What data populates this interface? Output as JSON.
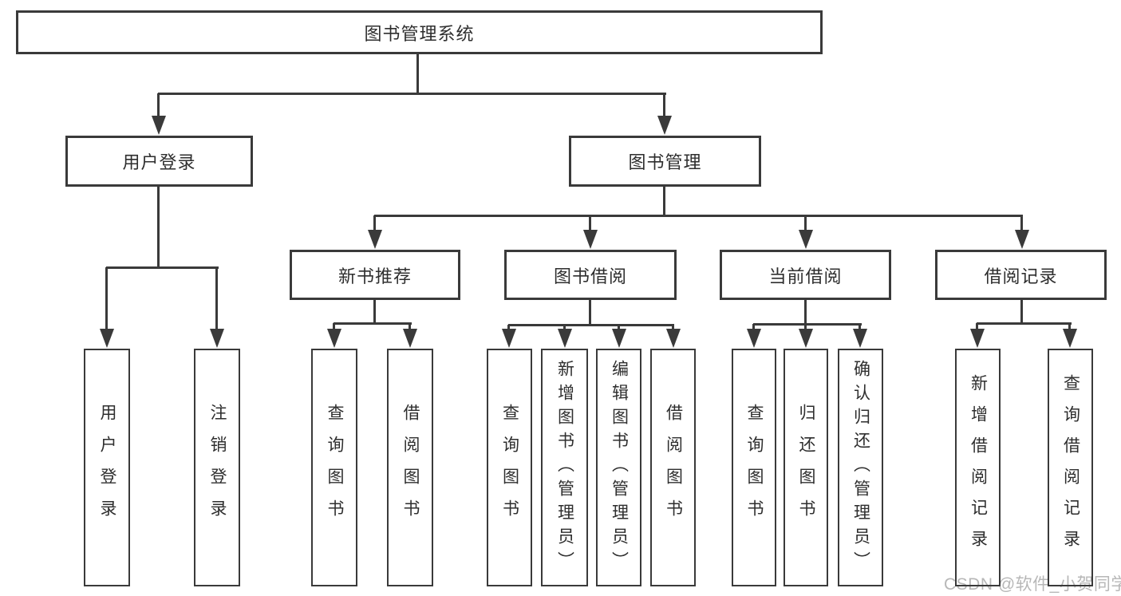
{
  "nodes": {
    "root": "图书管理系统",
    "user_login": "用户登录",
    "book_mgmt": "图书管理",
    "new_book_rec": "新书推荐",
    "book_borrow": "图书借阅",
    "current_borrow": "当前借阅",
    "borrow_records": "借阅记录",
    "leaf_user_login": "用户登录",
    "leaf_logout": "注销登录",
    "leaf_query_book_1": "查询图书",
    "leaf_borrow_book_1": "借阅图书",
    "leaf_query_book_2": "查询图书",
    "leaf_add_book": "新增图书（管理员）",
    "leaf_edit_book": "编辑图书（管理员）",
    "leaf_borrow_book_2": "借阅图书",
    "leaf_query_book_3": "查询图书",
    "leaf_return_book": "归还图书",
    "leaf_confirm_return": "确认归还（管理员）",
    "leaf_add_record": "新增借阅记录",
    "leaf_query_record": "查询借阅记录"
  },
  "hierarchy": {
    "root": "图书管理系统",
    "children": [
      {
        "label": "用户登录",
        "children": [
          "用户登录",
          "注销登录"
        ]
      },
      {
        "label": "图书管理",
        "children": [
          {
            "label": "新书推荐",
            "children": [
              "查询图书",
              "借阅图书"
            ]
          },
          {
            "label": "图书借阅",
            "children": [
              "查询图书",
              "新增图书（管理员）",
              "编辑图书（管理员）",
              "借阅图书"
            ]
          },
          {
            "label": "当前借阅",
            "children": [
              "查询图书",
              "归还图书",
              "确认归还（管理员）"
            ]
          },
          {
            "label": "借阅记录",
            "children": [
              "新增借阅记录",
              "查询借阅记录"
            ]
          }
        ]
      }
    ]
  },
  "watermark": "CSDN @软件_小贺同学",
  "colors": {
    "line": "#3a3a3a",
    "text": "#2e2e2e",
    "watermark": "#b7b7b7",
    "background": "#ffffff"
  }
}
